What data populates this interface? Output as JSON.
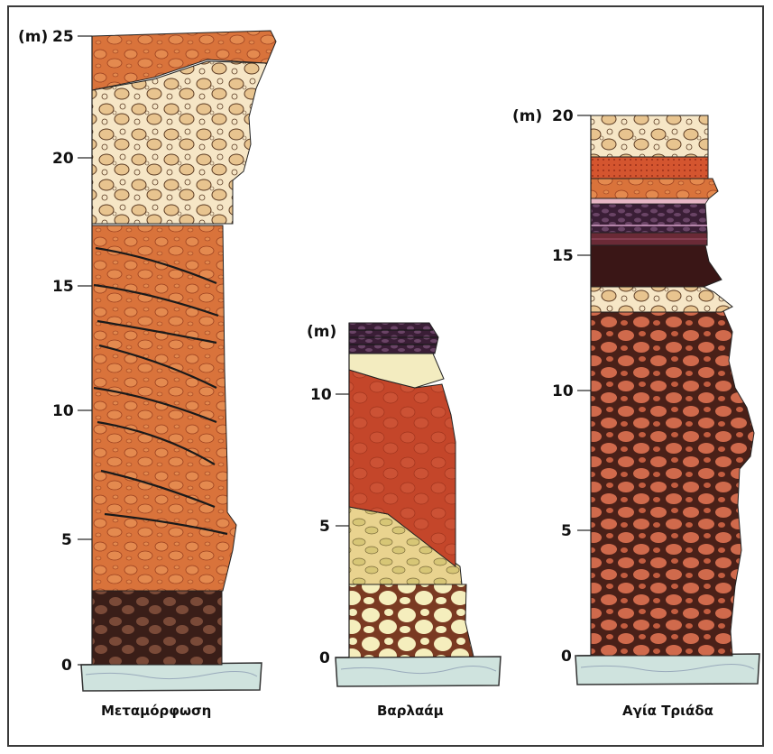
{
  "columns": [
    {
      "name": "Μεταμόρφωση",
      "unit": "(m)",
      "ticks": [
        "0",
        "5",
        "10",
        "15",
        "20",
        "25"
      ]
    },
    {
      "name": "Βαρλαάμ",
      "unit": "(m)",
      "ticks": [
        "0",
        "5",
        "10"
      ]
    },
    {
      "name": "Αγία Τριάδα",
      "unit": "(m)",
      "ticks": [
        "0",
        "5",
        "10",
        "15",
        "20"
      ]
    }
  ],
  "colors": {
    "orange_conglomerate": "#d9733b",
    "red_conglomerate": "#c4462a",
    "tan_conglomerate": "#e8c99a",
    "pale_cobbles": "#f3ecc0",
    "dark_conglomerate": "#6b3a2e",
    "purple_band": "#4a2a48",
    "base_water": "#cfe3de",
    "bedding_line": "#1a1a1a"
  }
}
